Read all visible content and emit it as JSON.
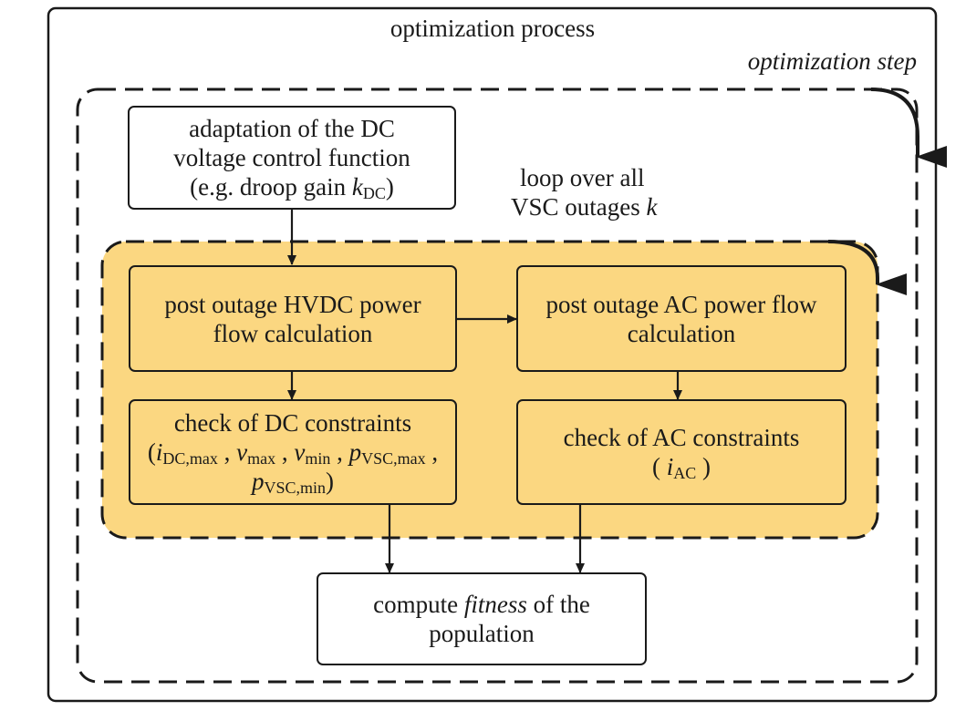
{
  "outer": {
    "title": "optimization process"
  },
  "step": {
    "label": "optimization step"
  },
  "loop": {
    "label_line1": "loop over all",
    "label_line2_text": "VSC outages",
    "label_line2_var": "k"
  },
  "boxes": {
    "adaptation": {
      "line1": "adaptation of the DC",
      "line2": "voltage control function",
      "line3_prefix": "(e.g. droop gain ",
      "var": "k",
      "sub": "DC",
      "line3_suffix": ")"
    },
    "hvdc_flow": {
      "line1": "post outage HVDC power",
      "line2": "flow calculation"
    },
    "ac_flow": {
      "line1": "post outage AC power flow",
      "line2": "calculation"
    },
    "dc_constraints": {
      "line1": "check of DC constraints",
      "open": "(",
      "v1": "i",
      "s1": "DC,max",
      "v2": "v",
      "s2": "max",
      "v3": "v",
      "s3": "min",
      "v4": "p",
      "s4": "VSC,max",
      "v5": "p",
      "s5": "VSC,min",
      "sep": " , ",
      "trail_sep": " ,",
      "close": ")"
    },
    "ac_constraints": {
      "line1": "check of AC constraints",
      "open": "( ",
      "var": "i",
      "sub": "AC",
      "close": " )"
    },
    "fitness": {
      "line1_prefix": "compute ",
      "line1_em": "fitness",
      "line1_suffix": " of the",
      "line2": "population"
    }
  },
  "colors": {
    "stroke": "#1a1a1a",
    "loop_fill": "#fbd781",
    "box_fill": "#fbd781"
  }
}
